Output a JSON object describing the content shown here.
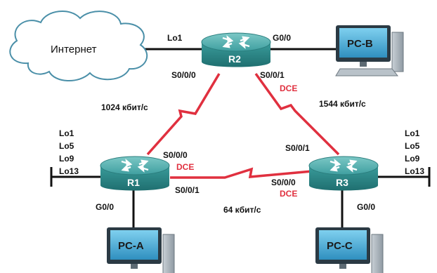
{
  "colors": {
    "serial_link": "#e0303f",
    "ethernet_link": "#111111",
    "dce_label": "#e0303f",
    "router_body": "#2c8a8a",
    "router_top": "#5fb7b5",
    "cloud_stroke": "#4a8fa8",
    "pc_screen": "#3f9fc6"
  },
  "cloud": {
    "label": "Интернет",
    "icon": "cloud-icon"
  },
  "routers": [
    {
      "id": "r2",
      "name": "R2",
      "icon": "router-icon"
    },
    {
      "id": "r1",
      "name": "R1",
      "icon": "router-icon"
    },
    {
      "id": "r3",
      "name": "R3",
      "icon": "router-icon"
    }
  ],
  "pcs": [
    {
      "id": "pcb",
      "name": "PC-B",
      "icon": "desktop-pc-icon"
    },
    {
      "id": "pca",
      "name": "PC-A",
      "icon": "desktop-pc-icon"
    },
    {
      "id": "pcc",
      "name": "PC-C",
      "icon": "desktop-pc-icon"
    }
  ],
  "interfaces": {
    "r2_lo1": "Lo1",
    "r2_g0": "G0/0",
    "r2_s000": "S0/0/0",
    "r2_s001": "S0/0/1",
    "r2_dce": "DCE",
    "r1_s000": "S0/0/0",
    "r1_dce": "DCE",
    "r1_s001": "S0/0/1",
    "r1_g0": "G0/0",
    "r3_s001": "S0/0/1",
    "r3_s000": "S0/0/0",
    "r3_dce": "DCE",
    "r3_g0": "G0/0"
  },
  "loopbacks": {
    "r1": [
      "Lo1",
      "Lo5",
      "Lo9",
      "Lo13"
    ],
    "r3": [
      "Lo1",
      "Lo5",
      "Lo9",
      "Lo13"
    ]
  },
  "link_speeds": {
    "r1_r2": "1024 кбит/с",
    "r2_r3": "1544 кбит/с",
    "r1_r3": "64 кбит/с"
  }
}
